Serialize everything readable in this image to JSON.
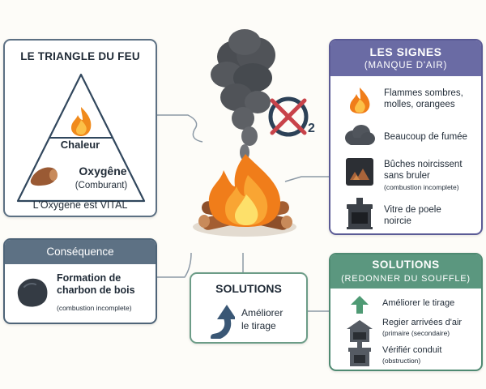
{
  "triangle": {
    "title": "LE TRIANGLE DU FEU",
    "heat": "Chaleur",
    "oxygen": "Oxygêne",
    "oxidizer": "(Comburant)",
    "vital": "L'Oxygene est VITAL"
  },
  "consequence": {
    "title": "Conséquence",
    "line1": "Formation de",
    "line2": "charbon de bois",
    "note": "(combustion incomplete)"
  },
  "signs": {
    "title": "LES SIGNES",
    "subtitle": "(MANQUE D'AIR)",
    "items": [
      {
        "l1": "Flammes sombres,",
        "l2": "molles, orangees"
      },
      {
        "l1": "Beaucoup de fumée"
      },
      {
        "l1": "Bûches noircissent",
        "l2": "sans bruler",
        "note": "(combustion incomplete)"
      },
      {
        "l1": "Vitre de poele",
        "l2": "noircie"
      }
    ]
  },
  "center_solutions": {
    "title": "SOLUTIONS",
    "l1": "Améliorer",
    "l2": "le tirage"
  },
  "solutions": {
    "title": "SOLUTIONS",
    "subtitle": "(REDONNER DU SOUFFLE)",
    "items": [
      {
        "l1": "Améliorer le tirage"
      },
      {
        "l1": "Regier arrivées d'air",
        "note": "(primaire (secondaire)"
      },
      {
        "l1": "Vérifiér conduit",
        "note": "(obstruction)"
      }
    ]
  },
  "o2_symbol": {
    "letter": "O",
    "subscript": "2"
  },
  "colors": {
    "panel_border": "#5c7083",
    "signs_header": "#6a6ba4",
    "solutions_header": "#5b977f",
    "consequence_header": "#5d7184",
    "flame": "#f08a1c",
    "cross": "#c8434a"
  }
}
